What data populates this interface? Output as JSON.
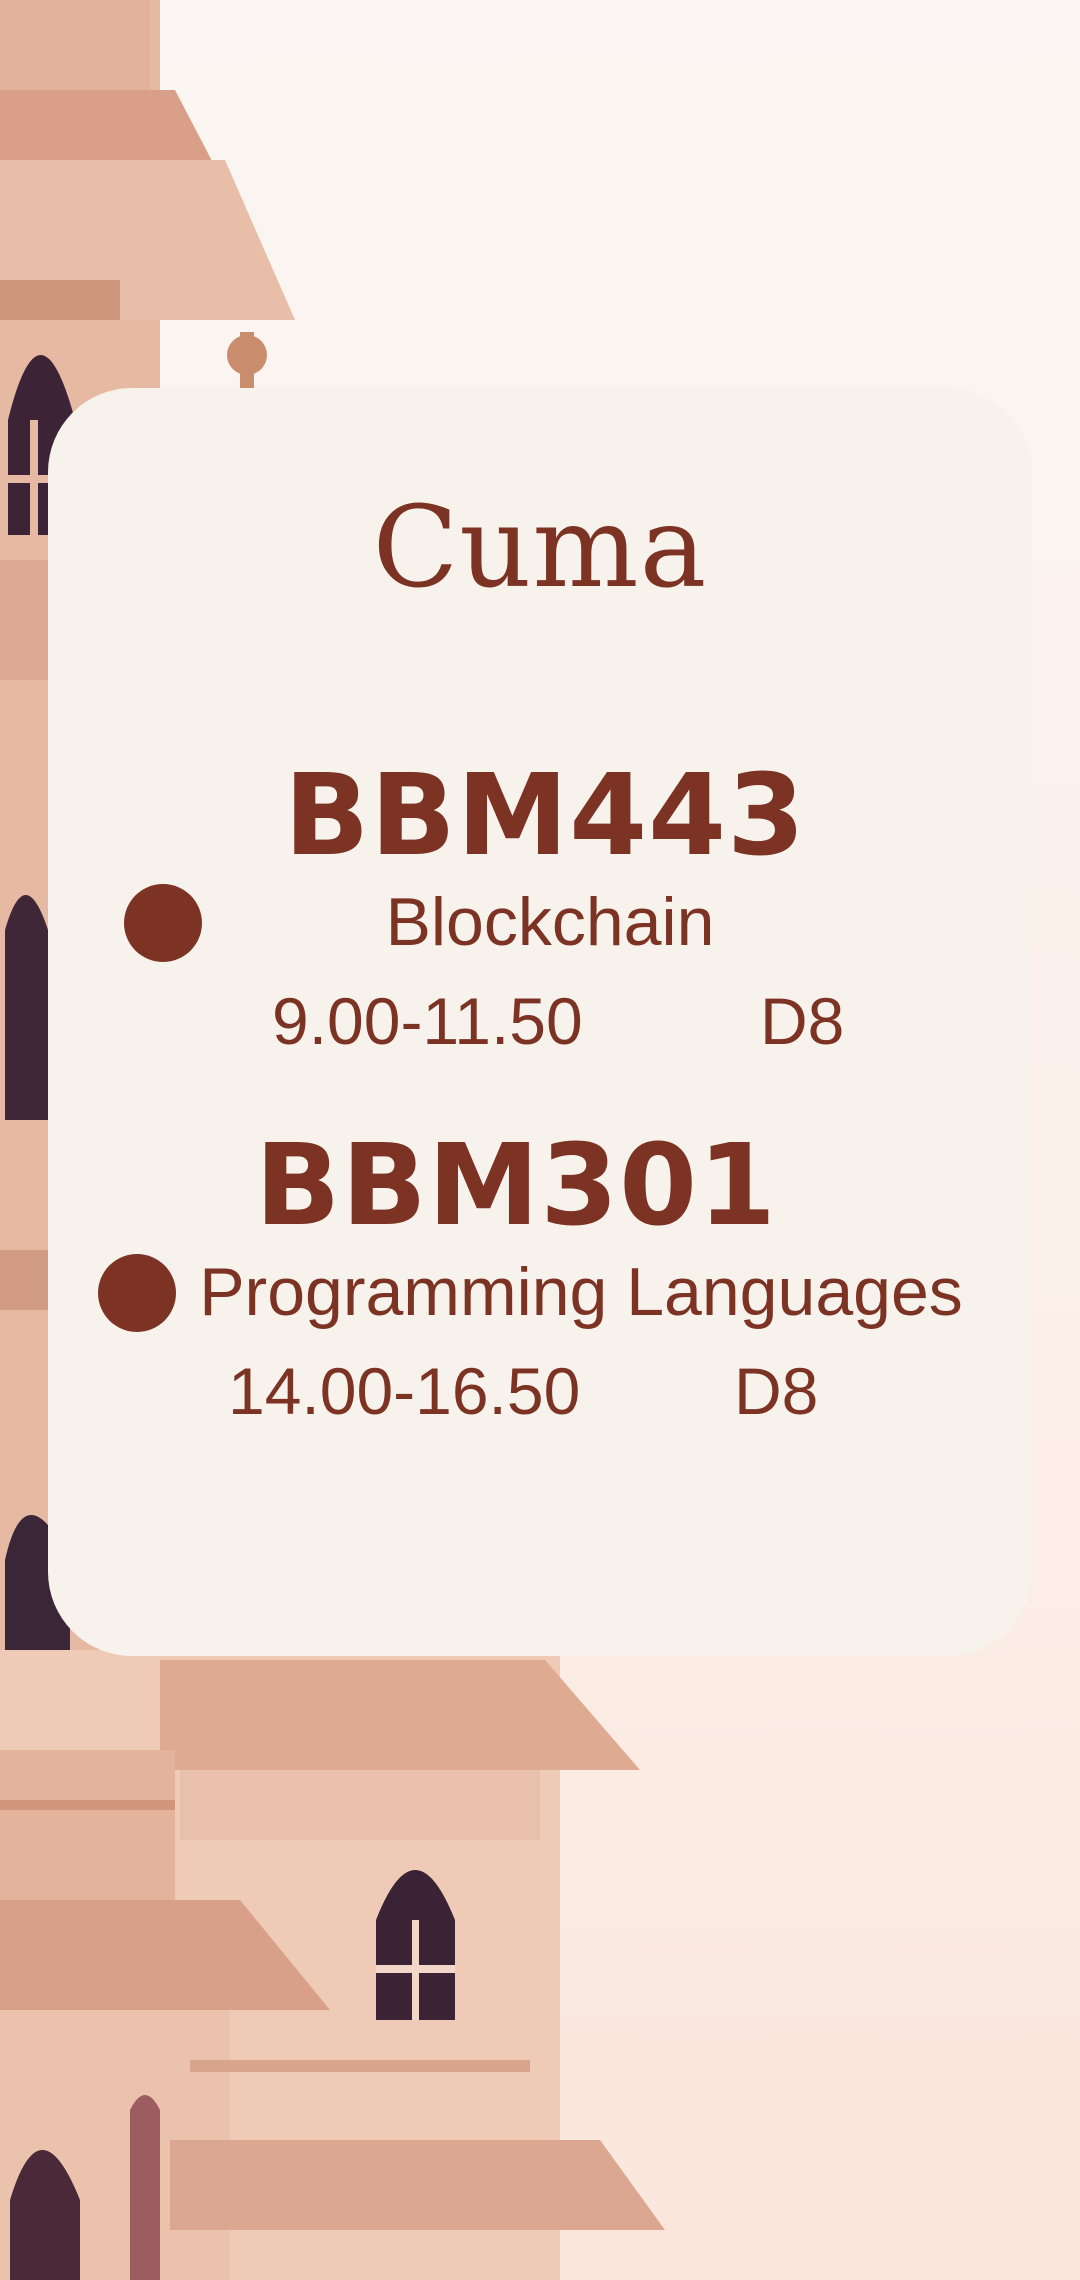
{
  "day": "Cuma",
  "colors": {
    "accent": "#7c3324",
    "card": "#f7f3ec",
    "background": "#fbf3ef"
  },
  "courses": [
    {
      "code": "BBM443",
      "name": "Blockchain",
      "time": "9.00-11.50",
      "room": "D8"
    },
    {
      "code": "BBM301",
      "name": "Programming Languages",
      "time": "14.00-16.50",
      "room": "D8"
    }
  ]
}
